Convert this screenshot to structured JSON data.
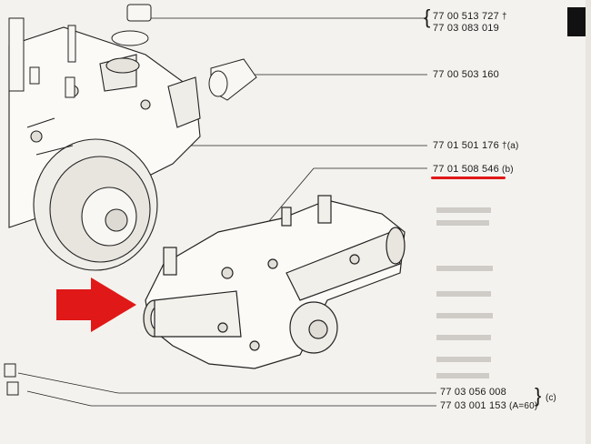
{
  "parts": [
    {
      "number": "77 00 513 727",
      "suffix": "†"
    },
    {
      "number": "77 03 083 019",
      "suffix": ""
    },
    {
      "number": "77 00 503 160",
      "suffix": ""
    },
    {
      "number": "77 01 501 176",
      "suffix": "†(a)"
    },
    {
      "number": "77 01 508 546",
      "suffix": "(b)"
    },
    {
      "number": "77 03 056 008",
      "suffix": ""
    },
    {
      "number": "77 03 001 153",
      "suffix": "(A=60)"
    }
  ],
  "group_note_c": "(c)",
  "highlight": {
    "part_index": 4,
    "underline_color": "#e01818",
    "arrow_color": "#e01818"
  }
}
